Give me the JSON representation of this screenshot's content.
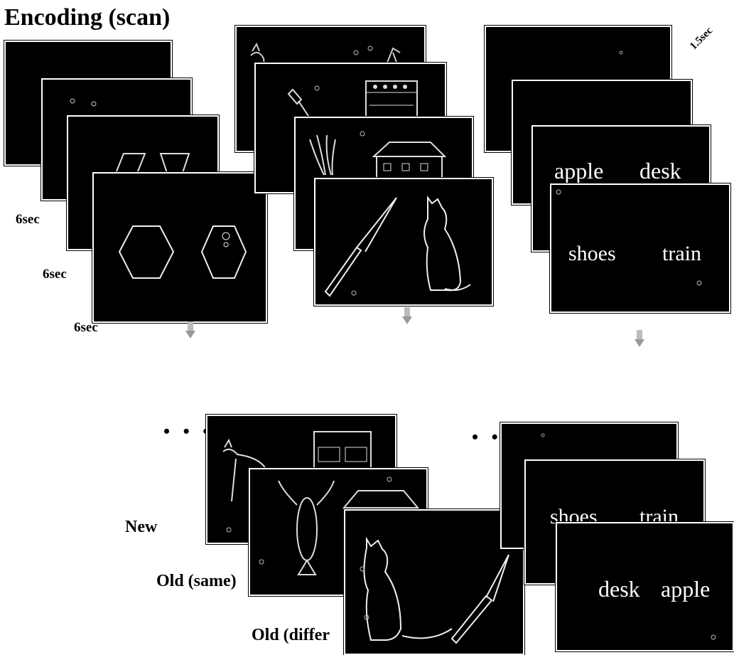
{
  "title": "Encoding (scan)",
  "timing": {
    "stimulus_duration": "6sec",
    "word_duration": "1.5sec"
  },
  "encoding_words": {
    "pair_a": [
      "apple",
      "desk"
    ],
    "pair_b": [
      "shoes",
      "train"
    ]
  },
  "test_words": {
    "pair_a": [
      "shoes",
      "train"
    ],
    "pair_b": [
      "desk",
      "apple"
    ]
  },
  "test_labels": {
    "new": "New",
    "old_same": "Old (same)",
    "old_different": "Old (differ"
  },
  "ellipsis_left": "• • •",
  "ellipsis_right": "• •"
}
